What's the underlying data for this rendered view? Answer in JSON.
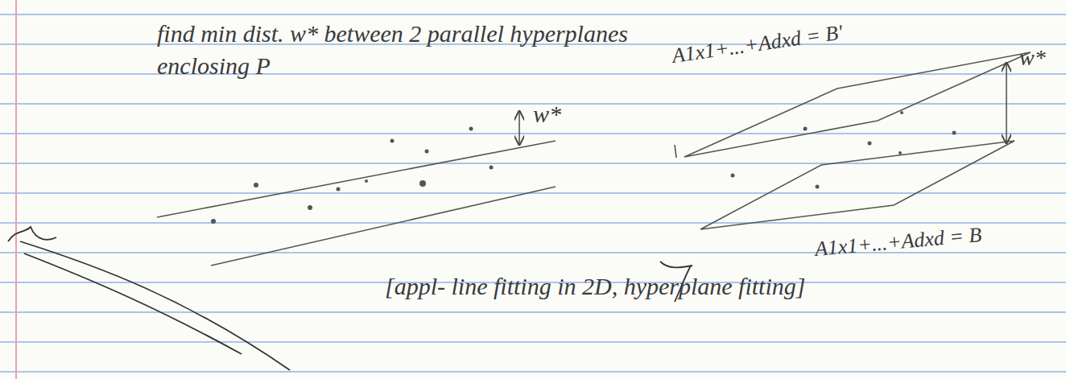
{
  "diagram": {
    "labels": [
      "find min dist. w* between 2 parallel hyperplanes enclosing P",
      "w*",
      "A1x1+...+Adxd = B'",
      "w*",
      "A1x1+...+Adxd = B",
      "[appl- line fitting in 2D, hyperplane fitting]"
    ]
  }
}
